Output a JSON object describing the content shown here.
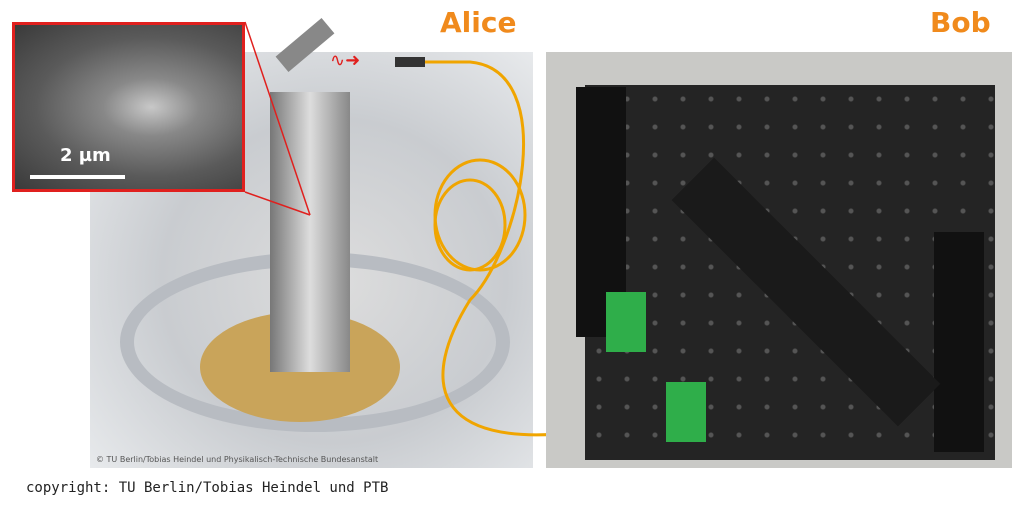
{
  "alice_label": "Alice",
  "bob_label": "Bob",
  "inset": {
    "scale_bar_label": "2 µm"
  },
  "photo_credit": "© TU Berlin/Tobias Heindel und Physikalisch-Technische Bundesanstalt",
  "caption": "copyright: TU Berlin/Tobias Heindel und PTB",
  "colors": {
    "title": "#f08a1c",
    "inset_border": "#e0201e",
    "fiber": "#f0a500"
  }
}
